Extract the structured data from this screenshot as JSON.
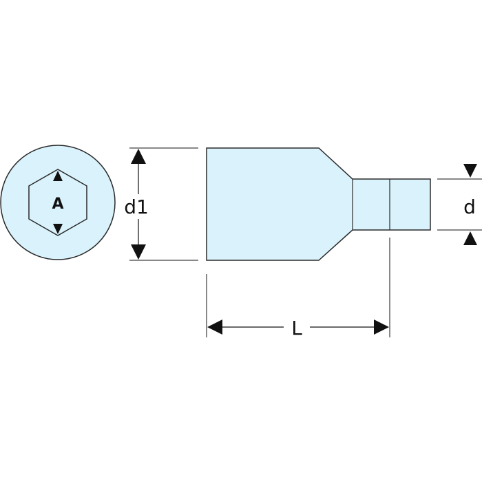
{
  "diagram": {
    "labels": {
      "hex_size": "A",
      "head_diameter": "d1",
      "drive_diameter": "d",
      "length": "L"
    },
    "colors": {
      "fill": "#d9f2fb",
      "outline": "#2a2a2a",
      "dimension": "#111111",
      "background": "#ffffff"
    }
  }
}
